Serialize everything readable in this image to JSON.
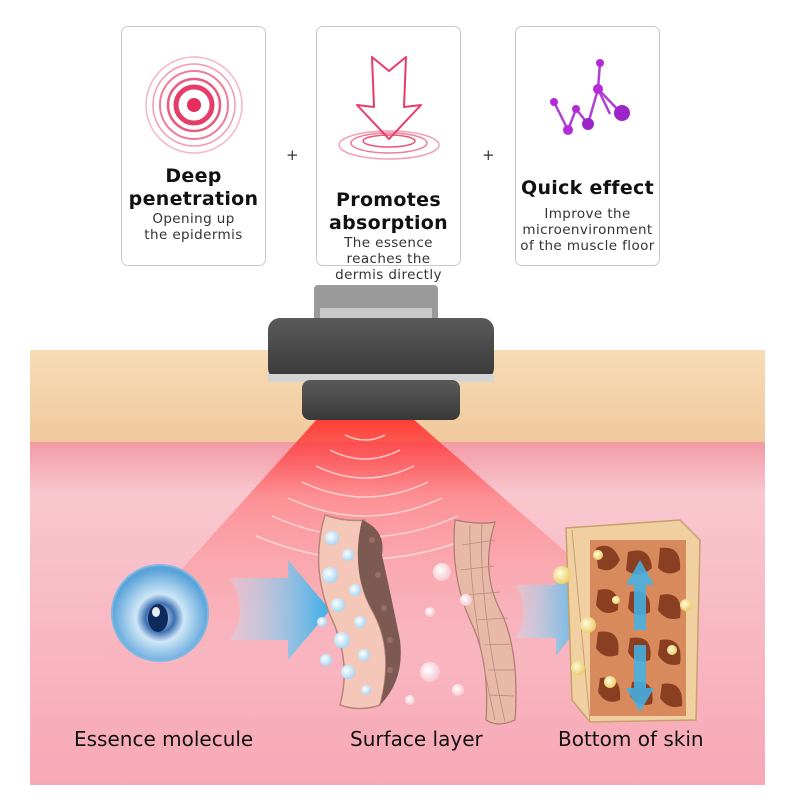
{
  "cards": [
    {
      "title": "Deep\npenetration",
      "desc": "Opening up\nthe epidermis",
      "icon": "concentric-circles-icon",
      "color": "#e8386a"
    },
    {
      "title": "Promotes\nabsorption",
      "desc": "The essence\nreaches the\ndermis directly",
      "icon": "down-arrow-ripple-icon",
      "color": "#e8386a"
    },
    {
      "title": "Quick effect",
      "desc": "Improve the\nmicroenvironment\nof the muscle floor",
      "icon": "molecule-chain-icon",
      "color": "#b52ad8"
    }
  ],
  "plus_signs": [
    "+",
    "+"
  ],
  "captions": {
    "essence": "Essence molecule",
    "surface": "Surface layer",
    "bottom": "Bottom of skin"
  },
  "colors": {
    "skin_top": "#f2d3a8",
    "skin_bottom": "#f5a3b0",
    "beam": "#ff3b3b",
    "arrow": "#3fb4ea",
    "device": "#4a4a4a"
  }
}
